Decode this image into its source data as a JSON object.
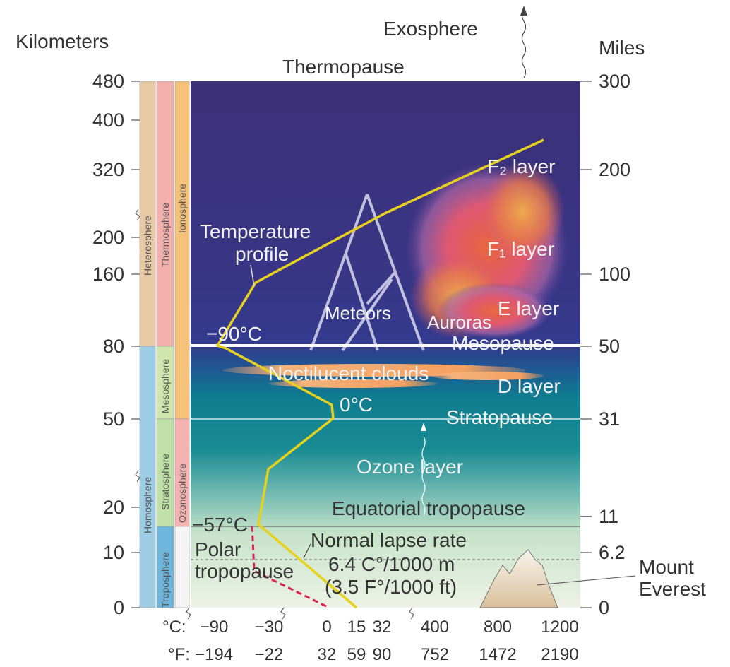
{
  "left_axis": {
    "title": "Kilometers",
    "ticks": [
      {
        "label": "480",
        "km": 480
      },
      {
        "label": "400",
        "km": 400
      },
      {
        "label": "320",
        "km": 320
      },
      {
        "label": "200",
        "km": 200
      },
      {
        "label": "160",
        "km": 160
      },
      {
        "label": "80",
        "km": 80
      },
      {
        "label": "50",
        "km": 50
      },
      {
        "label": "20",
        "km": 20
      },
      {
        "label": "10",
        "km": 10
      },
      {
        "label": "0",
        "km": 0
      }
    ]
  },
  "right_axis": {
    "title": "Miles",
    "ticks": [
      {
        "label": "300",
        "km": 480
      },
      {
        "label": "200",
        "km": 320
      },
      {
        "label": "100",
        "km": 160
      },
      {
        "label": "50",
        "km": 80
      },
      {
        "label": "31",
        "km": 50
      },
      {
        "label": "11",
        "km": 18
      },
      {
        "label": "6.2",
        "km": 10
      },
      {
        "label": "0",
        "km": 0
      }
    ]
  },
  "bottom_axis": {
    "celsius_prefix": "°C:",
    "celsius": [
      "−90",
      "−30",
      "0",
      "15",
      "32",
      "400",
      "800",
      "1200"
    ],
    "fahrenheit_prefix": "°F:",
    "fahrenheit": [
      "−194",
      "−22",
      "32",
      "59",
      "90",
      "752",
      "1472",
      "2190"
    ]
  },
  "columns": {
    "col1_upper": "Heterosphere",
    "col1_lower": "Homosphere",
    "col2_top": "Thermosphere",
    "col2_mid": "Mesosphere",
    "col2_strat": "Stratosphere",
    "col2_trop": "Troposphere",
    "col3_upper": "Ionosphere",
    "col3_lower": "Ozonosphere"
  },
  "labels": {
    "exosphere": "Exosphere",
    "thermopause": "Thermopause",
    "f2_layer": "F₂ layer",
    "f1_layer": "F₁ layer",
    "e_layer": "E layer",
    "d_layer": "D layer",
    "temperature_profile_1": "Temperature",
    "temperature_profile_2": "profile",
    "meteors": "Meteors",
    "auroras": "Auroras",
    "mesopause": "Mesopause",
    "minus_90": "−90°C",
    "noctilucent": "Noctilucent clouds",
    "zero_c": "0°C",
    "stratopause": "Stratopause",
    "ozone_layer": "Ozone layer",
    "equatorial_tropopause": "Equatorial tropopause",
    "minus_57": "−57°C",
    "polar_1": "Polar",
    "polar_2": "tropopause",
    "normal_lapse_1": "Normal lapse rate",
    "normal_lapse_2": "6.4 C°/1000 m",
    "normal_lapse_3": "(3.5 F°/1000 ft)",
    "mount_1": "Mount",
    "mount_2": "Everest"
  },
  "colors": {
    "temperature_profile": "#e6d21e",
    "polar_profile": "#d8265a",
    "upper_sky": "#3a2f82",
    "middle_sky": "#0f7a8f",
    "lower_sky": "#e2ecd8",
    "col_tan": "#e7c9a6",
    "col_pink": "#f4b3b0",
    "col_orange": "#f6c27a",
    "col_blue": "#8ec7e2",
    "col_green": "#bfe0a6"
  }
}
